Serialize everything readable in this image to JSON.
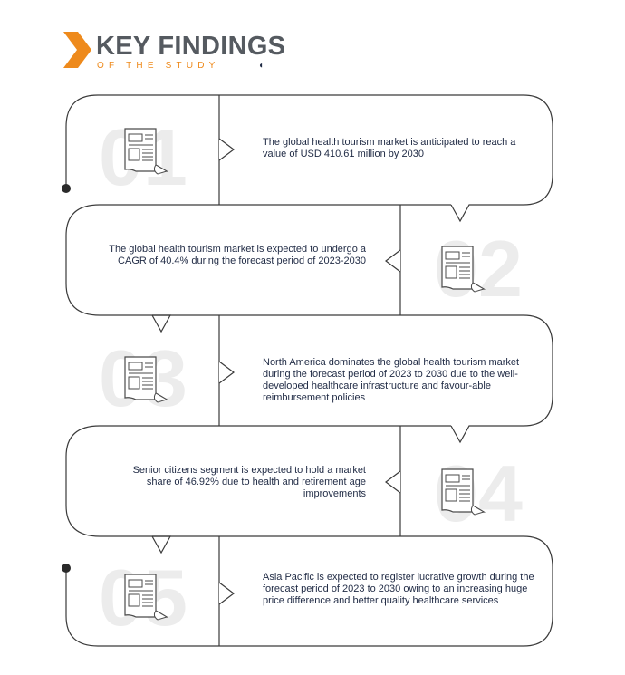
{
  "header": {
    "title": "KEY FINDINGS",
    "subtitle": "OF THE STUDY"
  },
  "colors": {
    "accent": "#ee8a1c",
    "text": "#1f2a44",
    "outline": "#3a3a3a",
    "number_watermark": "#ececec"
  },
  "findings": [
    {
      "number": "01",
      "icon": "document-icon",
      "text": "The global health tourism market is anticipated to reach a value of USD 410.61 million by 2030"
    },
    {
      "number": "02",
      "icon": "document-icon",
      "text": "The global health tourism market is expected to undergo a CAGR of 40.4% during the forecast period of 2023-2030"
    },
    {
      "number": "03",
      "icon": "document-icon",
      "text": "North America dominates the global health tourism market during the forecast period of 2023 to 2030 due to the well-developed healthcare infrastructure and favour-able reimbursement policies"
    },
    {
      "number": "04",
      "icon": "document-icon",
      "text": "Senior citizens segment is expected to hold a market share of 46.92% due to health and retirement age improvements"
    },
    {
      "number": "05",
      "icon": "document-icon",
      "text": "Asia Pacific is expected to register lucrative growth during the forecast period of 2023 to 2030 owing to an increasing huge price difference and better quality healthcare services"
    }
  ]
}
